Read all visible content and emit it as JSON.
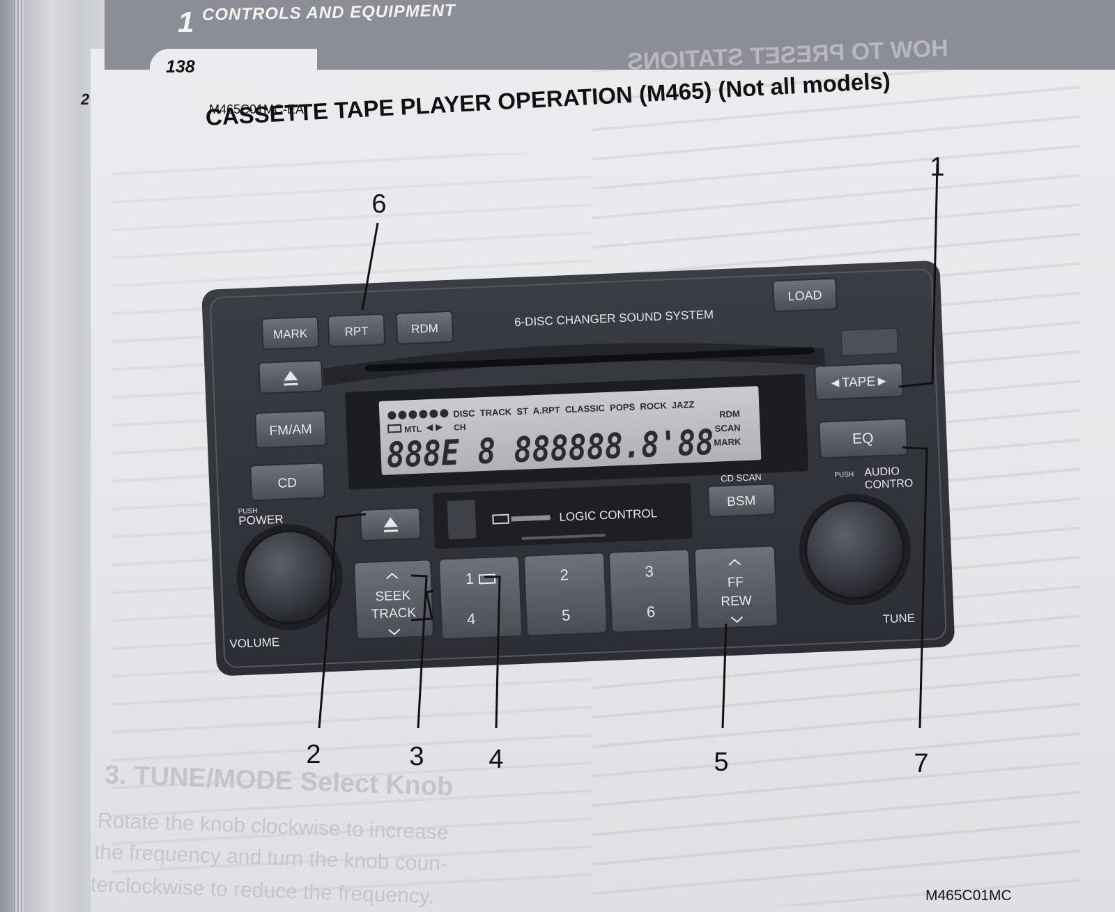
{
  "chapter": {
    "number": "1",
    "title": "CONTROLS AND EQUIPMENT"
  },
  "page_number": "138",
  "stray_mark": "2",
  "doc_code": "M465C01MC-EAT",
  "section_title": "CASSETTE TAPE PLAYER OPERATION (M465) (Not all models)",
  "figure_code": "M465C01MC",
  "radio": {
    "top_buttons": [
      "MARK",
      "RPT",
      "RDM"
    ],
    "system_label": "6-DISC CHANGER SOUND SYSTEM",
    "load_button": "LOAD",
    "left_buttons": [
      "FM/AM",
      "CD"
    ],
    "power_label_small": "PUSH",
    "power_label": "POWER",
    "volume_label": "VOLUME",
    "tape_button": "◄TAPE►",
    "eq_button": "EQ",
    "audio_control_small": "PUSH",
    "audio_control": "AUDIO",
    "audio_control_2": "CONTRO",
    "tune_label": "TUNE",
    "cd_scan_label": "CD SCAN",
    "bsm_button": "BSM",
    "logic_control_label": "LOGIC CONTROL",
    "seek_track": [
      "SEEK",
      "TRACK"
    ],
    "presets_top": [
      "1",
      "2",
      "3"
    ],
    "presets_bottom": [
      "4",
      "5",
      "6"
    ],
    "ff_rew": [
      "FF",
      "REW"
    ],
    "lcd": {
      "top_row": "DISC  TRACK  ST  A.RPT  CLASSIC  POPS  ROCK  JAZZ",
      "sub_mtl": "MTL",
      "sub_ch": "CH",
      "right_labels": [
        "RDM",
        "SCAN",
        "MARK"
      ],
      "digits": "888E 8 888888.8'88"
    }
  },
  "callouts": [
    "1",
    "2",
    "3",
    "4",
    "5",
    "6",
    "7"
  ],
  "ghost_text": {
    "left_heading": "3. TUNE/MODE Select Knob",
    "left_line1": "Rotate the knob clockwise to increase",
    "left_line2": "the frequency and turn the knob coun-",
    "left_line3": "terclockwise to reduce the frequency.",
    "right_heading": "HOW TO PRESET STATIONS"
  }
}
